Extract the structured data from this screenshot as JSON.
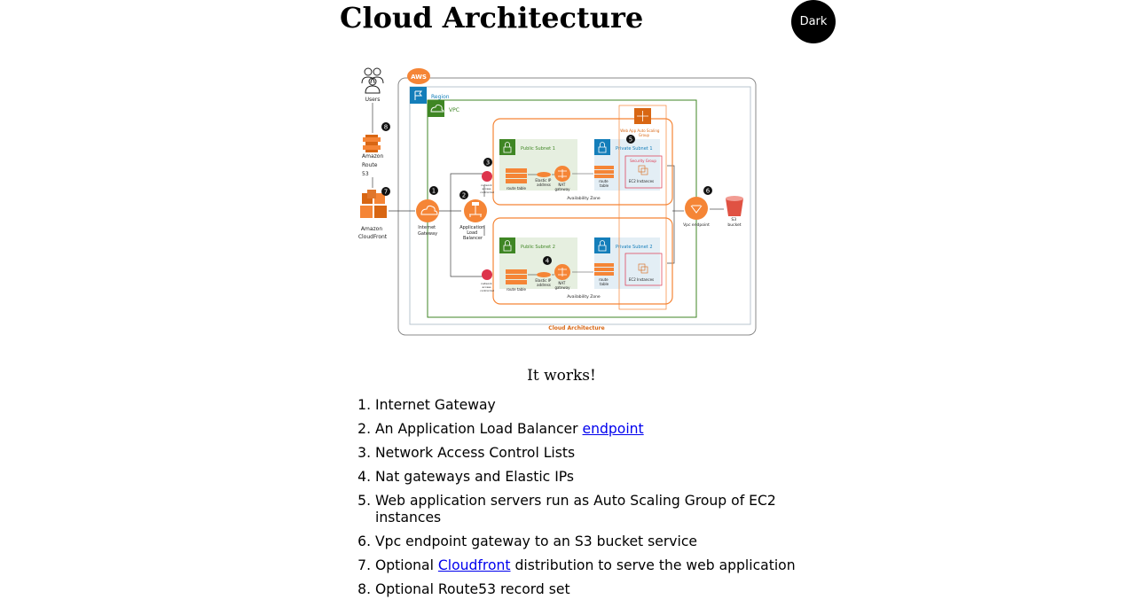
{
  "header": {
    "title": "Cloud Architecture",
    "theme_button": "Dark"
  },
  "diagram": {
    "caption": "Cloud Architecture",
    "aws_badge": "AWS",
    "region": "Region",
    "vpc": "VPC",
    "users": "Users",
    "route53": [
      "Amazon",
      "Route",
      "53"
    ],
    "cloudfront": [
      "Amazon",
      "CloudFront"
    ],
    "internet_gateway": [
      "Internet",
      "Gateway"
    ],
    "load_balancer": [
      "Application",
      "Load",
      "Balancer"
    ],
    "public_subnet_1": "Public Subnet 1",
    "public_subnet_2": "Public Subnet 2",
    "private_subnet_1": "Private Subnet 1",
    "private_subnet_2": "Private Subnet 2",
    "route_table": "route table",
    "route_table_stacked": [
      "route",
      "table"
    ],
    "elastic_ip": [
      "Elastic IP",
      "address"
    ],
    "nat_gateway": [
      "NAT",
      "gateway"
    ],
    "availability_zone": "Availability Zone",
    "web_app_asg": [
      "Web App  Auto Scaling",
      "Group"
    ],
    "security_group": "Security Group",
    "ec2_instances": "EC2 Instances",
    "vpc_endpoint": "Vpc endpoint",
    "s3_bucket": [
      "S3",
      "bucket"
    ],
    "nacl": [
      "network",
      "access",
      "control list"
    ],
    "markers": [
      "1",
      "2",
      "3",
      "4",
      "5",
      "6",
      "7",
      "8"
    ]
  },
  "caption": "It works!",
  "features": [
    {
      "text": "Internet Gateway"
    },
    {
      "before": "An Application Load Balancer ",
      "link": "endpoint",
      "after": ""
    },
    {
      "text": "Network Access Control Lists"
    },
    {
      "text": "Nat gateways and Elastic IPs"
    },
    {
      "text": "Web application servers run as Auto Scaling Group of EC2 instances"
    },
    {
      "text": "Vpc endpoint gateway to an S3 bucket service"
    },
    {
      "before": "Optional ",
      "link": "Cloudfront",
      "after": " distribution to serve the web application"
    },
    {
      "text": "Optional Route53 record set"
    }
  ],
  "colors": {
    "aws_orange": "#f58536",
    "vpc_green": "#3f8624",
    "region_blue": "#147eba",
    "link": "#0000ee",
    "s3_red": "#e05243"
  }
}
